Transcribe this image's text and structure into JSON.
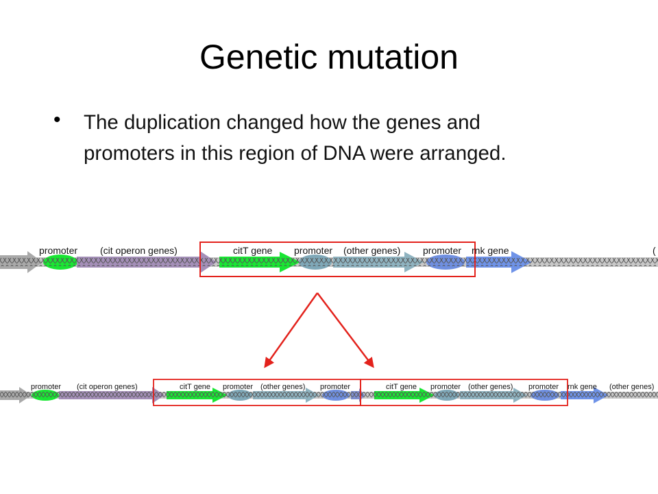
{
  "slide": {
    "title": "Genetic mutation",
    "bullet_lines": [
      "The duplication changed how the genes and",
      "promoters in this region of DNA were arranged."
    ]
  },
  "top_strand_labels": {
    "promoter_1": "promoter",
    "cit_operon": "(cit operon genes)",
    "citT": "citT gene",
    "promoter_2": "promoter",
    "other_genes": "(other genes)",
    "promoter_3": "promoter",
    "rnk": "rnk gene",
    "right_edge": "("
  },
  "bottom_strand_labels": {
    "promoter_1": "promoter",
    "cit_operon": "(cit operon genes)",
    "citT_a": "citT gene",
    "promoter_2a": "promoter",
    "other_genes_a": "(other genes)",
    "promoter_3a": "promoter",
    "citT_b": "citT gene",
    "promoter_2b": "promoter",
    "other_genes_b": "(other genes)",
    "promoter_3b": "promoter",
    "rnk": "rnk gene",
    "other_genes_end": "(other genes)"
  },
  "colors": {
    "backbone_gray": "#b8b8b8",
    "arrow_gray": "#a9a9a9",
    "cit_purple": "#a48fb8",
    "gene_green": "#19e633",
    "other_teal": "#8fb3c0",
    "promoter_teal": "#7fa8b8",
    "promoter_blue": "#6f8fe0",
    "rnk_blue": "#6f93e8",
    "box_red": "#e3221c"
  }
}
